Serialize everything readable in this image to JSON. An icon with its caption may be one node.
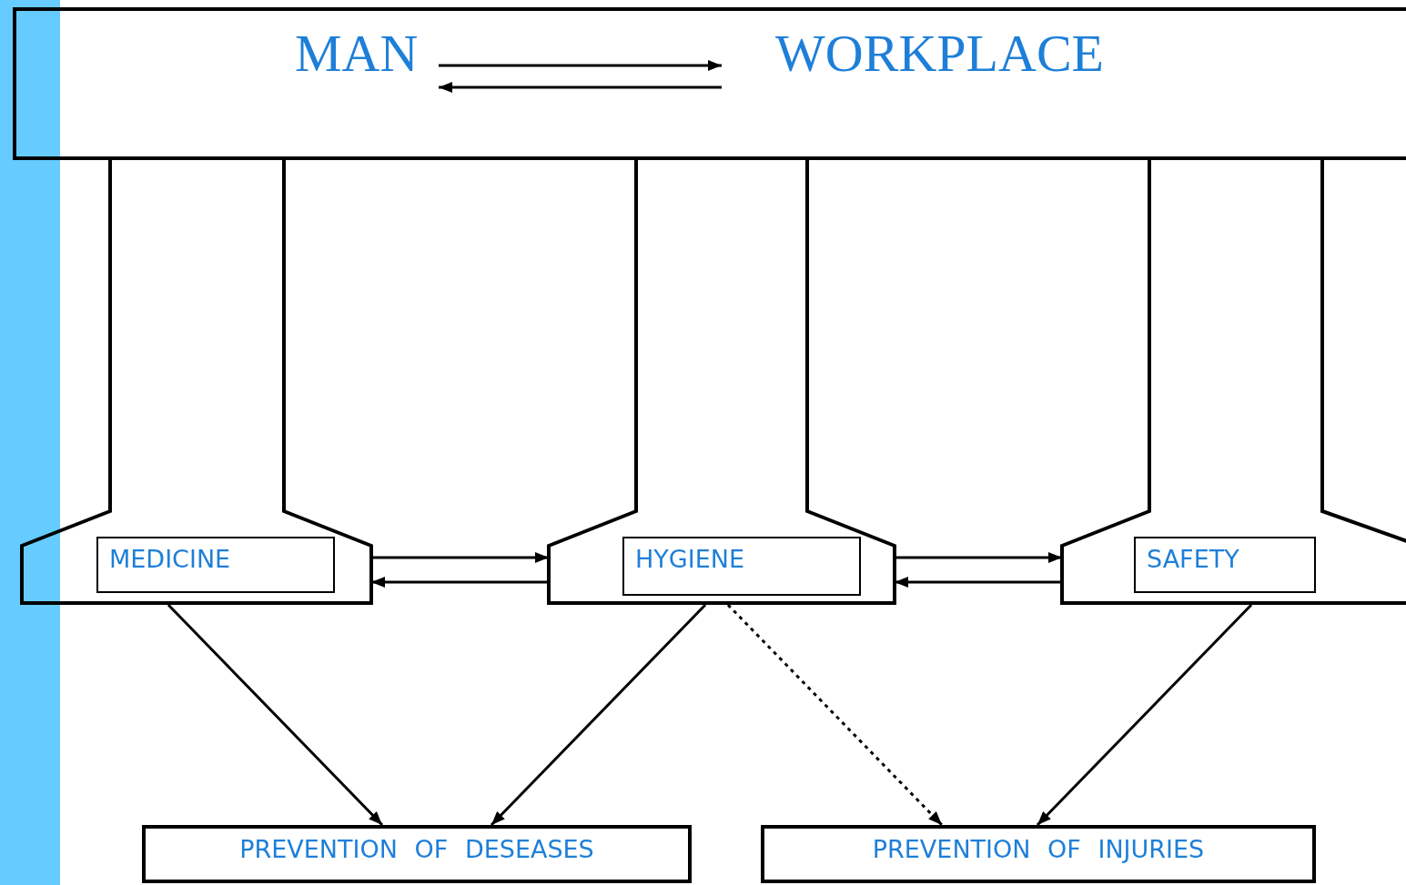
{
  "diagram": {
    "nodes": [
      {
        "text": [],
        "shape": "box"
      },
      {
        "text": [
          "MAN"
        ],
        "in": 0
      },
      {
        "text": [
          "WORKPLACE"
        ],
        "in": 0
      },
      {
        "text": [
          "MEDICINE"
        ]
      },
      {
        "text": [
          "HYGIENE"
        ]
      },
      {
        "text": [
          "SAFETY"
        ]
      },
      {
        "text": [
          "PREVENTION OF DESEASES"
        ]
      },
      {
        "text": [
          "PREVENTION OF INJURIES"
        ]
      }
    ],
    "edges": [
      {
        "from": 1,
        "to": 2,
        "arrow": "to"
      },
      {
        "from": 2,
        "to": 1,
        "arrow": "to"
      },
      {
        "from": 3,
        "to": 4,
        "arrow": "to"
      },
      {
        "from": 4,
        "to": 3,
        "arrow": "to"
      },
      {
        "from": 4,
        "to": 5,
        "arrow": "to"
      },
      {
        "from": 5,
        "to": 4,
        "arrow": "to"
      },
      {
        "from": 3,
        "to": 6,
        "arrow": "to"
      },
      {
        "from": 4,
        "to": 6,
        "arrow": "to"
      },
      {
        "from": 4,
        "to": 7,
        "arrow": "to",
        "style": "dashed"
      },
      {
        "from": 5,
        "to": 7,
        "arrow": "to"
      }
    ]
  }
}
